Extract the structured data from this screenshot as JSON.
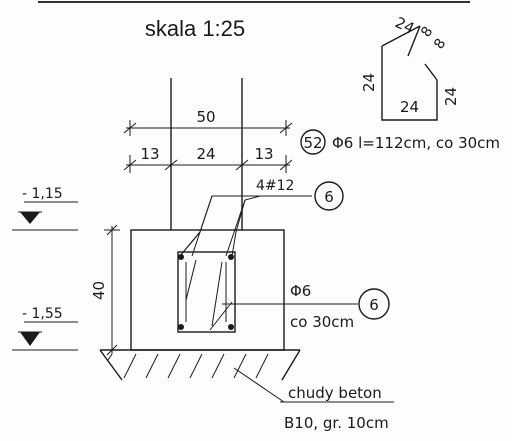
{
  "title": "skala 1:25",
  "stirrup_shape": {
    "dims": [
      "24",
      "8",
      "8",
      "24",
      "24",
      "24"
    ]
  },
  "rebar_52": {
    "tag": "52",
    "spec": "Φ6 l=112cm, co 30cm"
  },
  "column": {
    "width_total": "50",
    "segments": [
      "13",
      "24",
      "13"
    ],
    "bars_label": "4#12",
    "bars_tag": "6"
  },
  "footing": {
    "height": "40",
    "stirrup_label_1": "Φ6",
    "stirrup_label_2": "co 30cm",
    "stirrup_tag": "6"
  },
  "levels": [
    {
      "value": "- 1,15"
    },
    {
      "value": "- 1,55"
    }
  ],
  "base": {
    "label_1": "chudy beton",
    "label_2": "B10, gr. 10cm"
  }
}
